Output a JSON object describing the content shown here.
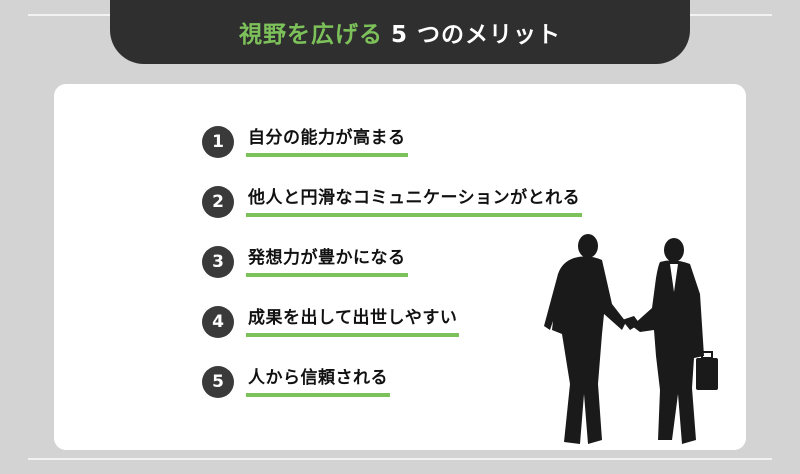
{
  "header": {
    "title_accent": "視野を広げる",
    "title_rest": "5 つのメリット"
  },
  "items": [
    {
      "num": "1",
      "label": "自分の能力が高まる"
    },
    {
      "num": "2",
      "label": "他人と円滑なコミュニケーションがとれる"
    },
    {
      "num": "3",
      "label": "発想力が豊かになる"
    },
    {
      "num": "4",
      "label": "成果を出して出世しやすい"
    },
    {
      "num": "5",
      "label": "人から信頼される"
    }
  ],
  "colors": {
    "accent": "#7dc15a",
    "header_bg": "#2f2f2f",
    "page_bg": "#d3d3d3",
    "card_bg": "#ffffff",
    "number_bg": "#3a3a3a"
  },
  "illustration": "handshake-silhouette"
}
